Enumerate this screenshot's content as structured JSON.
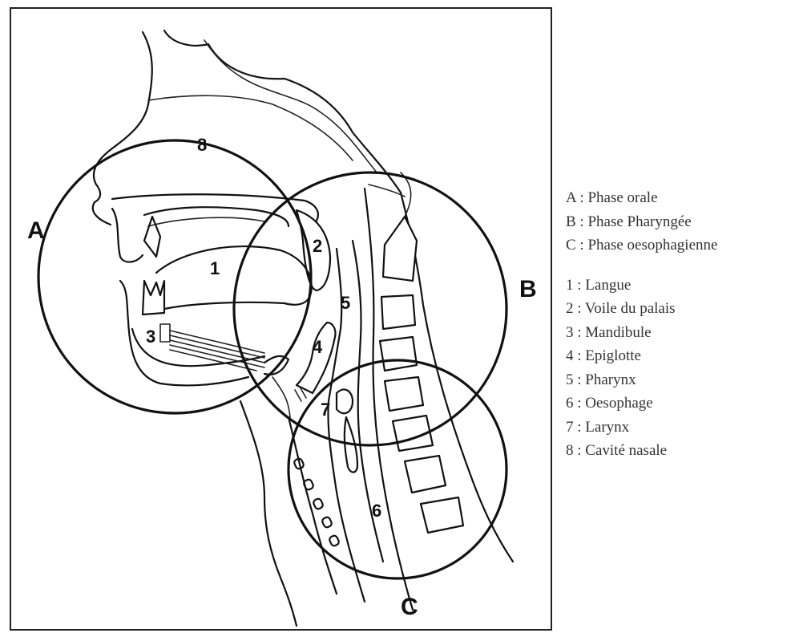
{
  "phase_labels": {
    "a": "A",
    "b": "B",
    "c": "C"
  },
  "region_numbers": [
    "1",
    "2",
    "3",
    "4",
    "5",
    "6",
    "7",
    "8"
  ],
  "legend": {
    "phases": [
      "A : Phase orale",
      "B : Phase Pharyngée",
      "C : Phase oesophagienne"
    ],
    "structures": [
      "1 : Langue",
      "2 : Voile du palais",
      "3 : Mandibule",
      "4 : Epiglotte",
      "5 : Pharynx",
      "6 : Oesophage",
      "7 : Larynx",
      "8 : Cavité nasale"
    ]
  }
}
